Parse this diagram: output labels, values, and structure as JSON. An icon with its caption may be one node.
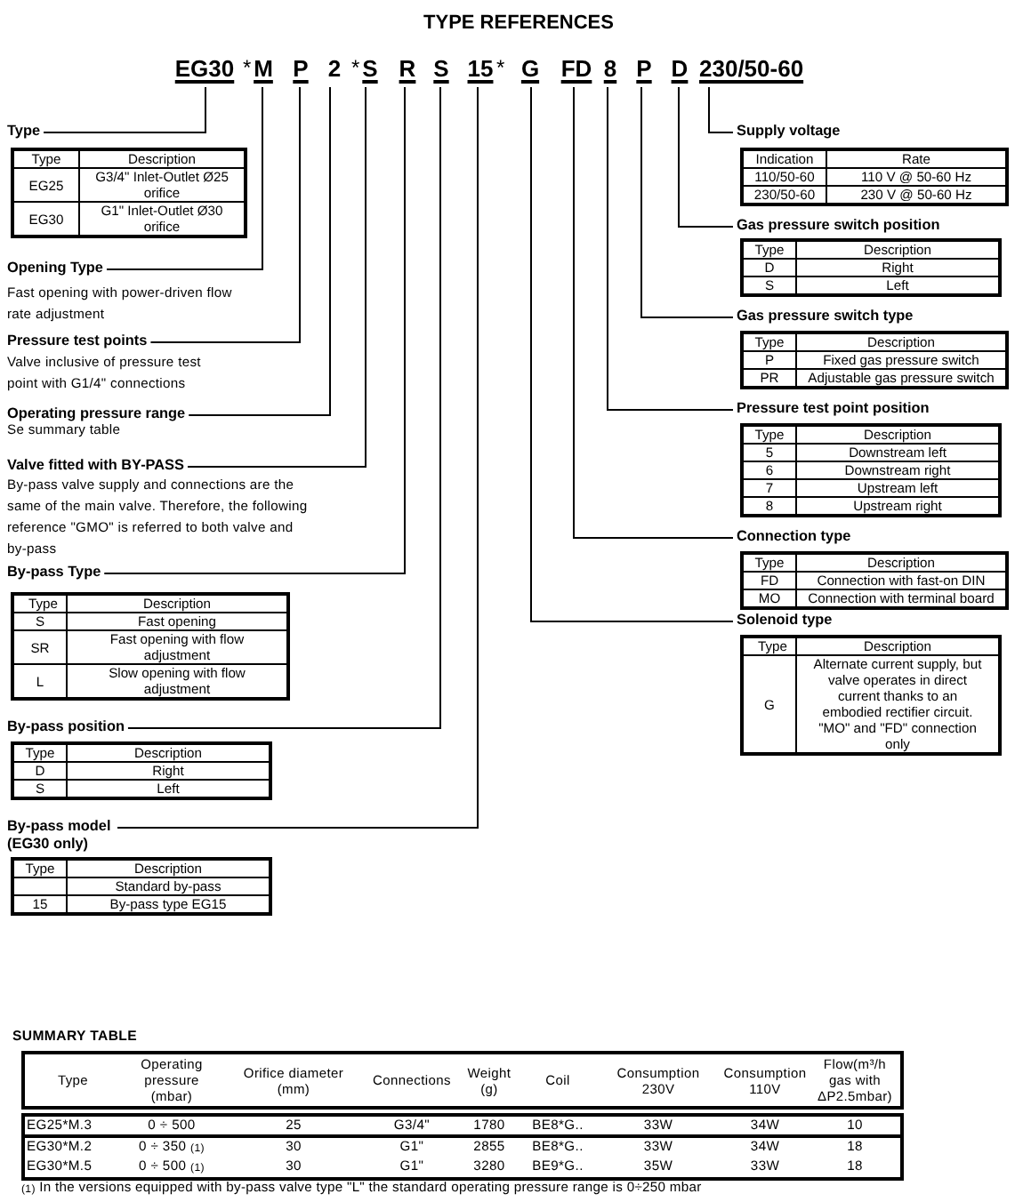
{
  "diagram": {
    "title": "TYPE REFERENCES",
    "nodes": [
      {
        "text": [
          "EG30"
        ]
      },
      {
        "text": [
          "M"
        ]
      },
      {
        "text": [
          "P"
        ]
      },
      {
        "text": [
          "2"
        ]
      },
      {
        "text": [
          "S"
        ]
      },
      {
        "text": [
          "R"
        ]
      },
      {
        "text": [
          "S"
        ]
      },
      {
        "text": [
          "15"
        ]
      },
      {
        "text": [
          "G"
        ]
      },
      {
        "text": [
          "FD"
        ]
      },
      {
        "text": [
          "8"
        ]
      },
      {
        "text": [
          "P"
        ]
      },
      {
        "text": [
          "D"
        ]
      },
      {
        "text": [
          "230/50-60"
        ]
      },
      {
        "text": [
          "Type"
        ]
      },
      {
        "text": [
          "Type",
          "Description",
          "EG25",
          "G3/4\" Inlet-Outlet Ø25 orifice",
          "EG30",
          "G1\" Inlet-Outlet Ø30 orifice"
        ]
      },
      {
        "text": [
          "Opening Type"
        ],
        "beside": [
          "Fast opening with power-driven flow rate adjustment"
        ]
      },
      {
        "text": [
          "Pressure test points"
        ],
        "beside": [
          "Valve inclusive of pressure test point with G1/4\" connections"
        ]
      },
      {
        "text": [
          "Operating pressure range"
        ],
        "beside": [
          "Se summary table"
        ]
      },
      {
        "text": [
          "Valve fitted with BY-PASS"
        ],
        "beside": [
          "By-pass valve supply and connections are the same of the main valve. Therefore, the following reference \"GMO\" is referred to both valve and by-pass"
        ]
      },
      {
        "text": [
          "By-pass Type"
        ]
      },
      {
        "text": [
          "Type",
          "Description",
          "S",
          "Fast opening",
          "SR",
          "Fast opening with flow adjustment",
          "L",
          "Slow opening with flow adjustment"
        ]
      },
      {
        "text": [
          "By-pass position"
        ]
      },
      {
        "text": [
          "Type",
          "Description",
          "D",
          "Right",
          "S",
          "Left"
        ]
      },
      {
        "text": [
          "By-pass model (EG30 only)"
        ]
      },
      {
        "text": [
          "Type",
          "Description",
          "Standard by-pass",
          "15",
          "By-pass type EG15"
        ]
      },
      {
        "text": [
          "Supply voltage"
        ]
      },
      {
        "text": [
          "Indication",
          "Rate",
          "110/50-60",
          "110 V @ 50-60 Hz",
          "230/50-60",
          "230 V @ 50-60 Hz"
        ]
      },
      {
        "text": [
          "Gas pressure switch position"
        ]
      },
      {
        "text": [
          "Type",
          "Description",
          "D",
          "Right",
          "S",
          "Left"
        ]
      },
      {
        "text": [
          "Gas pressure switch type"
        ]
      },
      {
        "text": [
          "Type",
          "Description",
          "P",
          "Fixed gas pressure switch",
          "PR",
          "Adjustable gas pressure switch"
        ]
      },
      {
        "text": [
          "Pressure test point position"
        ]
      },
      {
        "text": [
          "Type",
          "Description",
          "5",
          "Downstream left",
          "6",
          "Downstream right",
          "7",
          "Upstream left",
          "8",
          "Upstream right"
        ]
      },
      {
        "text": [
          "Connection type"
        ]
      },
      {
        "text": [
          "Type",
          "Description",
          "FD",
          "Connection with fast-on DIN",
          "MO",
          "Connection with terminal board"
        ]
      },
      {
        "text": [
          "Solenoid type"
        ]
      },
      {
        "text": [
          "Type",
          "Description",
          "G",
          "Alternate current supply, but valve operates in direct current thanks to an embodied rectifier circuit. \"MO\" and \"FD\" connection only"
        ]
      },
      {
        "text": [
          "SUMMARY TABLE",
          "Type",
          "Operating pressure (mbar)",
          "Orifice diameter (mm)",
          "Connections",
          "Weight (g)",
          "Coil",
          "Consumption 230V",
          "Consumption 110V",
          "Flow(m³/h gas with ΔP2.5mbar)",
          "EG25*M.3",
          "0 ÷ 500",
          "25",
          "G3/4\"",
          "1780",
          "BE8*G..",
          "33W",
          "34W",
          "10",
          "EG30*M.2",
          "0 ÷ 350 $_{(1)}$",
          "30",
          "G1\"",
          "2855",
          "BE8*G..",
          "33W",
          "34W",
          "18",
          "EG30*M.5",
          "0 ÷ 500 $_{(1)}$",
          "30",
          "G1\"",
          "3280",
          "BE9*G..",
          "35W",
          "33W",
          "18"
        ],
        "beside": [
          "$_{(1)}$ In the versions equipped with by-pass valve type \"L\" the standard operating pressure range is 0÷250 mbar"
        ]
      }
    ],
    "edges": [
      {
        "from": 0,
        "to": 14,
        "arrow": "none"
      },
      {
        "from": 1,
        "to": 16,
        "arrow": "none"
      },
      {
        "from": 2,
        "to": 17,
        "arrow": "none"
      },
      {
        "from": 3,
        "to": 18,
        "arrow": "none"
      },
      {
        "from": 4,
        "to": 19,
        "arrow": "none"
      },
      {
        "from": 5,
        "to": 20,
        "arrow": "none"
      },
      {
        "from": 6,
        "to": 22,
        "arrow": "none"
      },
      {
        "from": 7,
        "to": 24,
        "arrow": "none"
      },
      {
        "from": 8,
        "to": 36,
        "arrow": "none"
      },
      {
        "from": 9,
        "to": 34,
        "arrow": "none"
      },
      {
        "from": 10,
        "to": 32,
        "arrow": "none"
      },
      {
        "from": 11,
        "to": 30,
        "arrow": "none"
      },
      {
        "from": 12,
        "to": 28,
        "arrow": "none"
      },
      {
        "from": 13,
        "to": 26,
        "arrow": "none"
      }
    ],
    "labels": [
      "*",
      "*",
      "*"
    ]
  }
}
